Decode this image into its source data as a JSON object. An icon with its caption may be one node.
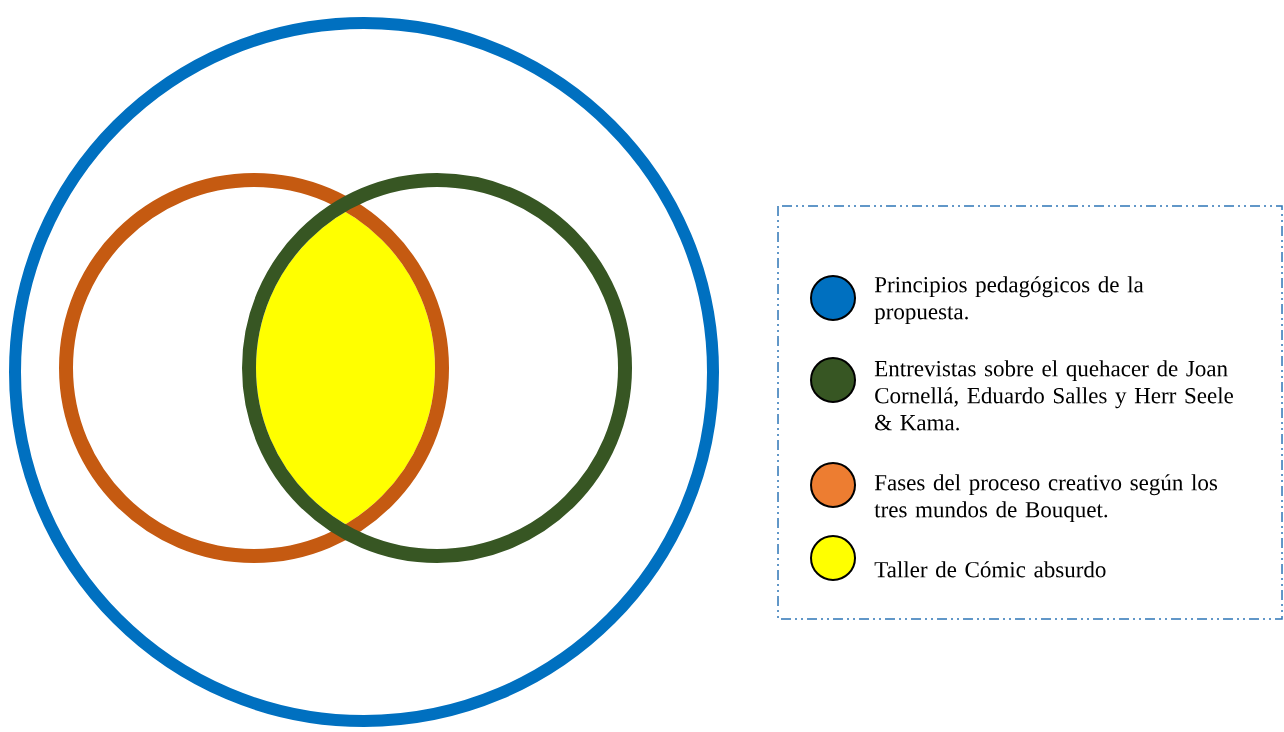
{
  "diagram": {
    "nodes": [
      {
        "text": [],
        "shape": "circle"
      },
      {
        "text": [],
        "shape": "circle",
        "in": 0
      },
      {
        "text": [],
        "shape": "circle",
        "in": 0
      },
      {
        "text": [],
        "shape": "lens",
        "in": 0
      }
    ],
    "legend": [
      {
        "text": "Principios pedagógicos de la propuesta.",
        "color": "#0070c0"
      },
      {
        "text": "Entrevistas sobre el quehacer de Joan Cornellá, Eduardo Salles y Herr Seele & Kama.",
        "color": "#375623"
      },
      {
        "text": "Fases del proceso creativo según los tres mundos de Bouquet.",
        "color": "#ed7d31"
      },
      {
        "text": "Taller de Cómic absurdo",
        "color": "#ffff00"
      }
    ]
  }
}
